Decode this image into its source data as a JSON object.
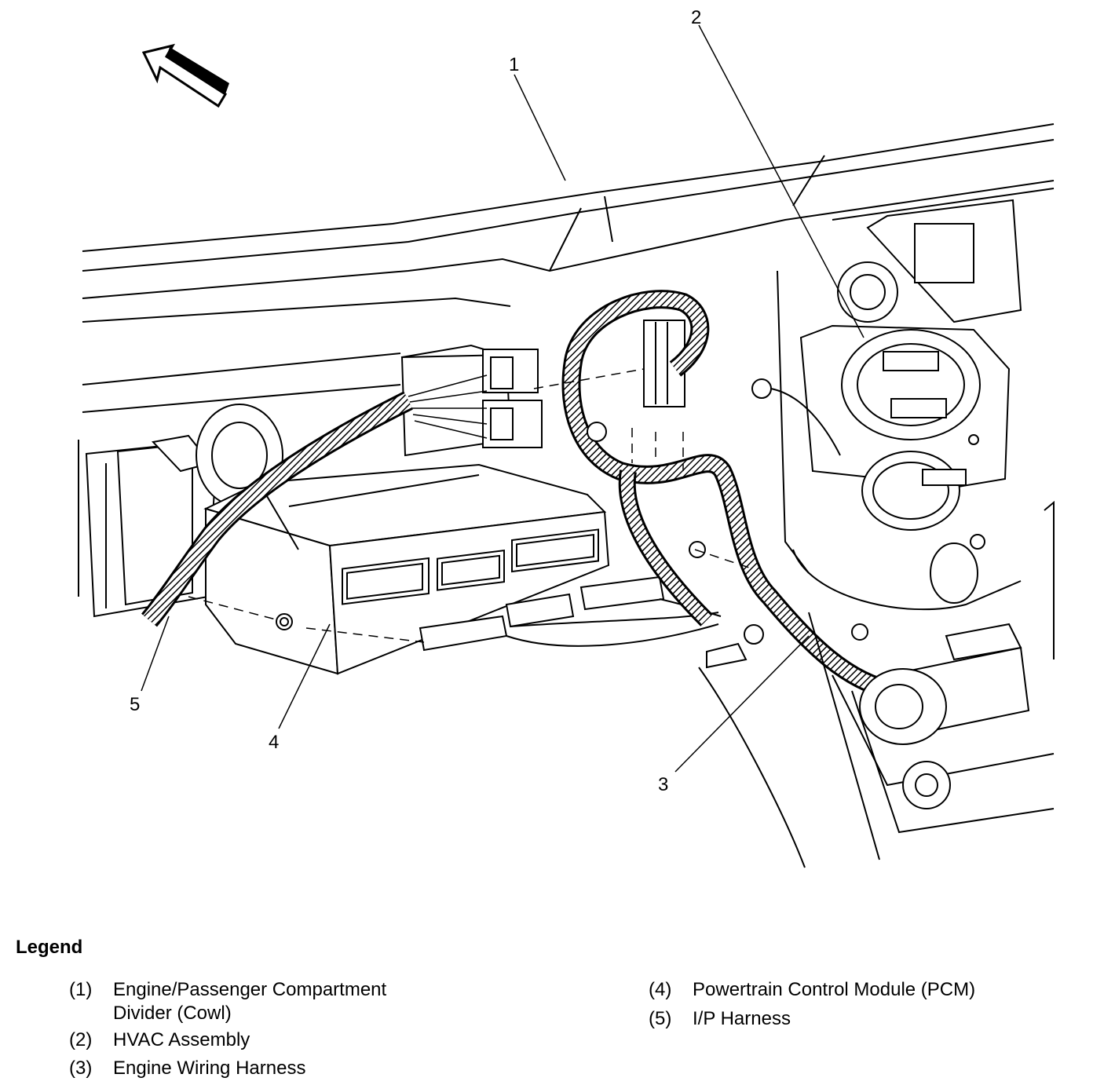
{
  "callouts": {
    "c1": "1",
    "c2": "2",
    "c3": "3",
    "c4": "4",
    "c5": "5"
  },
  "legend": {
    "title": "Legend",
    "items": [
      {
        "number": "(1)",
        "label": "Engine/Passenger Compartment\nDivider (Cowl)"
      },
      {
        "number": "(2)",
        "label": "HVAC Assembly"
      },
      {
        "number": "(3)",
        "label": "Engine Wiring Harness"
      },
      {
        "number": "(4)",
        "label": "Powertrain Control Module (PCM)"
      },
      {
        "number": "(5)",
        "label": "I/P Harness"
      }
    ]
  }
}
